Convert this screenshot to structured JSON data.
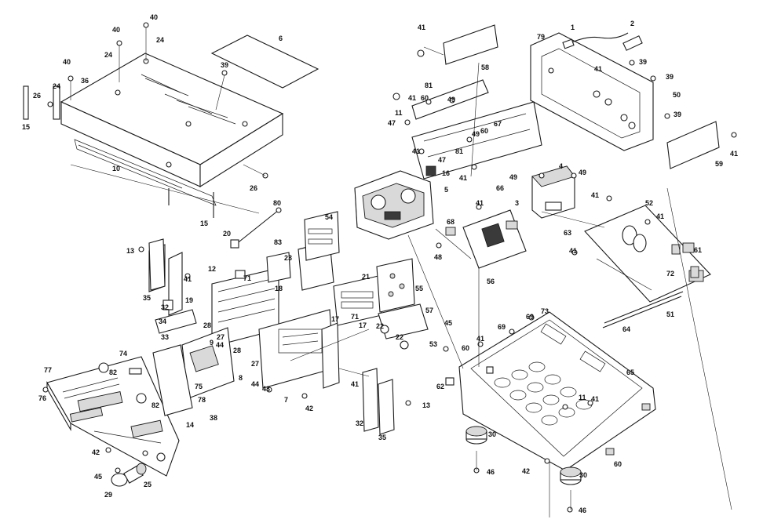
{
  "diagram": {
    "type": "exploded-parts-view",
    "callouts": [
      {
        "id": "c1",
        "text": "1"
      },
      {
        "id": "c2",
        "text": "2"
      },
      {
        "id": "c3",
        "text": "3"
      },
      {
        "id": "c4",
        "text": "4"
      },
      {
        "id": "c5",
        "text": "5"
      },
      {
        "id": "c6",
        "text": "6"
      },
      {
        "id": "c7",
        "text": "7"
      },
      {
        "id": "c8",
        "text": "8"
      },
      {
        "id": "c9",
        "text": "9"
      },
      {
        "id": "c10",
        "text": "10"
      },
      {
        "id": "c11a",
        "text": "11"
      },
      {
        "id": "c11b",
        "text": "11"
      },
      {
        "id": "c12",
        "text": "12"
      },
      {
        "id": "c13a",
        "text": "13"
      },
      {
        "id": "c13b",
        "text": "13"
      },
      {
        "id": "c14",
        "text": "14"
      },
      {
        "id": "c15a",
        "text": "15"
      },
      {
        "id": "c15b",
        "text": "15"
      },
      {
        "id": "c16",
        "text": "16"
      },
      {
        "id": "c17a",
        "text": "17"
      },
      {
        "id": "c17b",
        "text": "17"
      },
      {
        "id": "c18",
        "text": "18"
      },
      {
        "id": "c19",
        "text": "19"
      },
      {
        "id": "c20",
        "text": "20"
      },
      {
        "id": "c21",
        "text": "21"
      },
      {
        "id": "c22a",
        "text": "22"
      },
      {
        "id": "c22b",
        "text": "22"
      },
      {
        "id": "c23",
        "text": "23"
      },
      {
        "id": "c24a",
        "text": "24"
      },
      {
        "id": "c24b",
        "text": "24"
      },
      {
        "id": "c24c",
        "text": "24"
      },
      {
        "id": "c25",
        "text": "25"
      },
      {
        "id": "c26a",
        "text": "26"
      },
      {
        "id": "c26b",
        "text": "26"
      },
      {
        "id": "c27a",
        "text": "27"
      },
      {
        "id": "c27b",
        "text": "27"
      },
      {
        "id": "c28a",
        "text": "28"
      },
      {
        "id": "c28b",
        "text": "28"
      },
      {
        "id": "c29",
        "text": "29"
      },
      {
        "id": "c30a",
        "text": "30"
      },
      {
        "id": "c30b",
        "text": "30"
      },
      {
        "id": "c32a",
        "text": "32"
      },
      {
        "id": "c32b",
        "text": "32"
      },
      {
        "id": "c33",
        "text": "33"
      },
      {
        "id": "c34",
        "text": "34"
      },
      {
        "id": "c35a",
        "text": "35"
      },
      {
        "id": "c35b",
        "text": "35"
      },
      {
        "id": "c36",
        "text": "36"
      },
      {
        "id": "c38",
        "text": "38"
      },
      {
        "id": "c39a",
        "text": "39"
      },
      {
        "id": "c39b",
        "text": "39"
      },
      {
        "id": "c39c",
        "text": "39"
      },
      {
        "id": "c39d",
        "text": "39"
      },
      {
        "id": "c40a",
        "text": "40"
      },
      {
        "id": "c40b",
        "text": "40"
      },
      {
        "id": "c40c",
        "text": "40"
      },
      {
        "id": "c41a",
        "text": "41"
      },
      {
        "id": "c41b",
        "text": "41"
      },
      {
        "id": "c41c",
        "text": "41"
      },
      {
        "id": "c41d",
        "text": "41"
      },
      {
        "id": "c41e",
        "text": "41"
      },
      {
        "id": "c41f",
        "text": "41"
      },
      {
        "id": "c41g",
        "text": "41"
      },
      {
        "id": "c41h",
        "text": "41"
      },
      {
        "id": "c41i",
        "text": "41"
      },
      {
        "id": "c41j",
        "text": "41"
      },
      {
        "id": "c41k",
        "text": "41"
      },
      {
        "id": "c41l",
        "text": "41"
      },
      {
        "id": "c41m",
        "text": "41"
      },
      {
        "id": "c41n",
        "text": "41"
      },
      {
        "id": "c42a",
        "text": "42"
      },
      {
        "id": "c42b",
        "text": "42"
      },
      {
        "id": "c42c",
        "text": "42"
      },
      {
        "id": "c43",
        "text": "43"
      },
      {
        "id": "c44a",
        "text": "44"
      },
      {
        "id": "c44b",
        "text": "44"
      },
      {
        "id": "c45a",
        "text": "45"
      },
      {
        "id": "c45b",
        "text": "45"
      },
      {
        "id": "c46a",
        "text": "46"
      },
      {
        "id": "c46b",
        "text": "46"
      },
      {
        "id": "c47a",
        "text": "47"
      },
      {
        "id": "c47b",
        "text": "47"
      },
      {
        "id": "c48",
        "text": "48"
      },
      {
        "id": "c49a",
        "text": "49"
      },
      {
        "id": "c49b",
        "text": "49"
      },
      {
        "id": "c49c",
        "text": "49"
      },
      {
        "id": "c49d",
        "text": "49"
      },
      {
        "id": "c50",
        "text": "50"
      },
      {
        "id": "c51",
        "text": "51"
      },
      {
        "id": "c52",
        "text": "52"
      },
      {
        "id": "c53",
        "text": "53"
      },
      {
        "id": "c54",
        "text": "54"
      },
      {
        "id": "c55",
        "text": "55"
      },
      {
        "id": "c56",
        "text": "56"
      },
      {
        "id": "c57",
        "text": "57"
      },
      {
        "id": "c58",
        "text": "58"
      },
      {
        "id": "c59",
        "text": "59"
      },
      {
        "id": "c60a",
        "text": "60"
      },
      {
        "id": "c60b",
        "text": "60"
      },
      {
        "id": "c60c",
        "text": "60"
      },
      {
        "id": "c60d",
        "text": "60"
      },
      {
        "id": "c61",
        "text": "61"
      },
      {
        "id": "c62",
        "text": "62"
      },
      {
        "id": "c63",
        "text": "63"
      },
      {
        "id": "c64",
        "text": "64"
      },
      {
        "id": "c65",
        "text": "65"
      },
      {
        "id": "c66",
        "text": "66"
      },
      {
        "id": "c67",
        "text": "67"
      },
      {
        "id": "c68",
        "text": "68"
      },
      {
        "id": "c69a",
        "text": "69"
      },
      {
        "id": "c69b",
        "text": "69"
      },
      {
        "id": "c71a",
        "text": "71"
      },
      {
        "id": "c71b",
        "text": "71"
      },
      {
        "id": "c72",
        "text": "72"
      },
      {
        "id": "c73",
        "text": "73"
      },
      {
        "id": "c74",
        "text": "74"
      },
      {
        "id": "c75",
        "text": "75"
      },
      {
        "id": "c76",
        "text": "76"
      },
      {
        "id": "c77",
        "text": "77"
      },
      {
        "id": "c78",
        "text": "78"
      },
      {
        "id": "c79",
        "text": "79"
      },
      {
        "id": "c80",
        "text": "80"
      },
      {
        "id": "c81a",
        "text": "81"
      },
      {
        "id": "c81b",
        "text": "81"
      },
      {
        "id": "c82a",
        "text": "82"
      },
      {
        "id": "c82b",
        "text": "82"
      },
      {
        "id": "c83",
        "text": "83"
      }
    ]
  }
}
